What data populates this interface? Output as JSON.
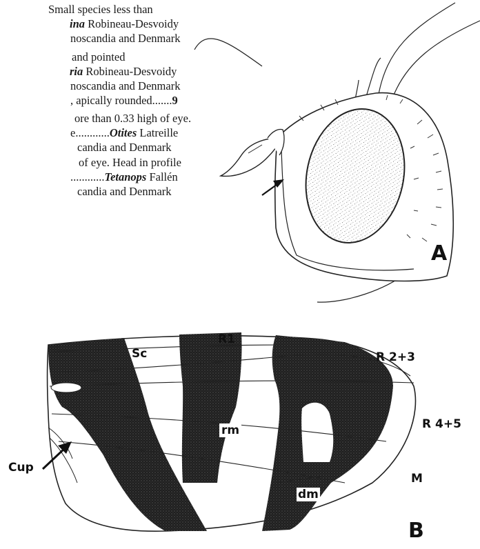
{
  "key_text": {
    "line1": "Small species less than",
    "line2_taxon": "ina",
    "line2_author": "Robineau-Desvoidy",
    "line3": "noscandia and Denmark",
    "line4": "and pointed",
    "line5_taxon": "ria",
    "line5_author": "Robineau-Desvoidy",
    "line6": "noscandia and Denmark",
    "line7_text": ", apically rounded.......",
    "line7_couplet": "9",
    "line8": "ore than 0.33 high of eye.",
    "line9_text": "e............",
    "line9_taxon": "Otites",
    "line9_author": "Latreille",
    "line10": "candia and Denmark",
    "line11": "of eye. Head in profile",
    "line12_text": "............",
    "line12_taxon": "Tetanops",
    "line12_author": "Fallén",
    "line13": "candia and Denmark"
  },
  "figure_a": {
    "panel_label": "A"
  },
  "figure_b": {
    "panel_label": "B",
    "labels": {
      "sc": "Sc",
      "r1": "R1",
      "r23": "R 2+3",
      "r45": "R 4+5",
      "rm": "rm",
      "dm": "dm",
      "m": "M",
      "cup": "Cup"
    }
  }
}
